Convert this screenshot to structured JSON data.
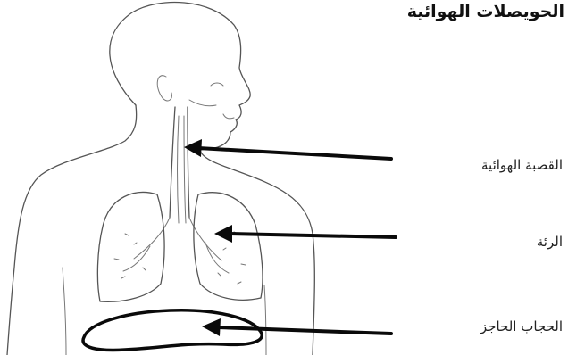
{
  "title": "الحويصلات الهوائية",
  "labels": {
    "trachea": "القصبة الهوائية",
    "lung": "الرئة",
    "diaphragm": "الحجاب الحاجز"
  }
}
